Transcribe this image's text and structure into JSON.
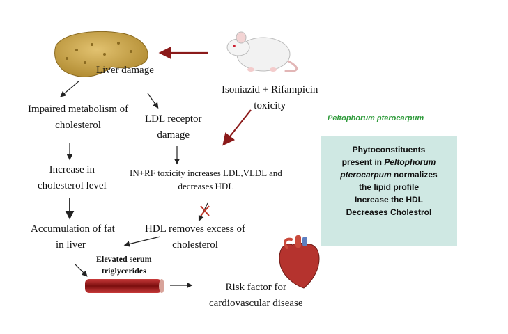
{
  "nodes": {
    "liver_damage": "Liver damage",
    "drug_line1": "Isoniazid + Rifampicin",
    "drug_line2": "toxicity",
    "impaired_line1": "Impaired metabolism of",
    "impaired_line2": "cholesterol",
    "ldl_line1": "LDL receptor",
    "ldl_line2": "damage",
    "inrf_line1": "IN+RF toxicity increases LDL,VLDL and",
    "inrf_line2": "decreases HDL",
    "increase_line1": "Increase in",
    "increase_line2": "cholesterol level",
    "hdl_line1": "HDL removes excess of",
    "hdl_line2": "cholesterol",
    "accum_line1": "Accumulation of fat",
    "accum_line2": "in liver",
    "serum_line1": "Elevated serum",
    "serum_line2": "triglycerides",
    "risk_line1": "Risk factor for",
    "risk_line2": "cardiovascular disease"
  },
  "plant": {
    "species": "Peltophorum pterocarpum",
    "box_line1": "Phytoconstituents",
    "box_line2a": "present in",
    "box_line2b": "Peltophorum",
    "box_line3a": "pterocarpum",
    "box_line3b": "normalizes",
    "box_line4": "the lipid profile",
    "box_line5": "Increase the HDL",
    "box_line6": "Decreases Cholestrol"
  },
  "icons": [
    "liver-icon",
    "rat-icon",
    "heart-icon",
    "artery-icon",
    "blocked-x-icon"
  ],
  "colors": {
    "dark_red_arrow": "#8b1a1a",
    "black_arrow": "#222222",
    "species_green": "#2e9a3a",
    "box_fill": "#cfe8e3",
    "liver": "#c9a447",
    "heart": "#b5332e",
    "artery": "#8e1414"
  }
}
